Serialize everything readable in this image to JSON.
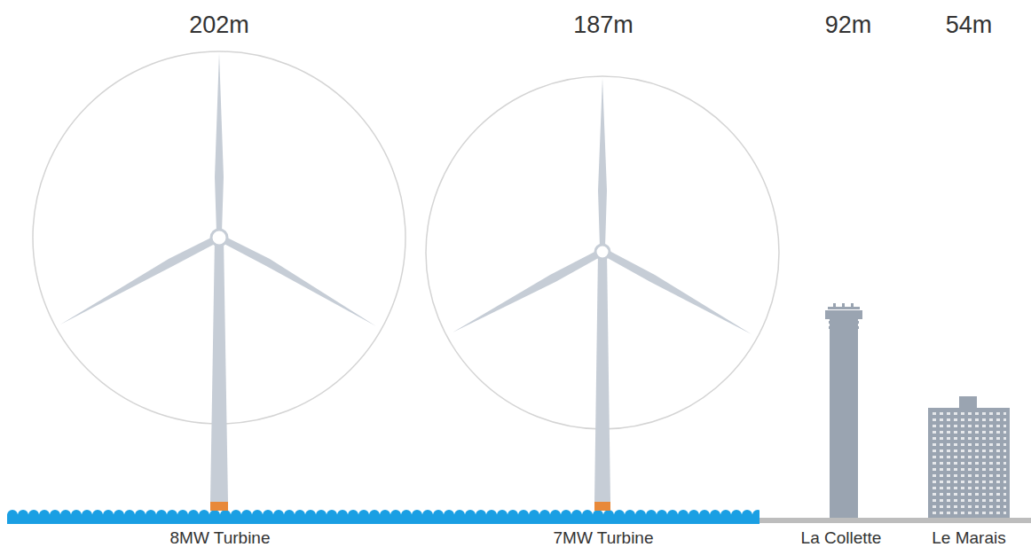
{
  "diagram": {
    "labels": [
      "202m",
      "187m",
      "92m",
      "54m",
      "8MW Turbine",
      "7MW Turbine",
      "La Collette",
      "Le Marais"
    ]
  }
}
